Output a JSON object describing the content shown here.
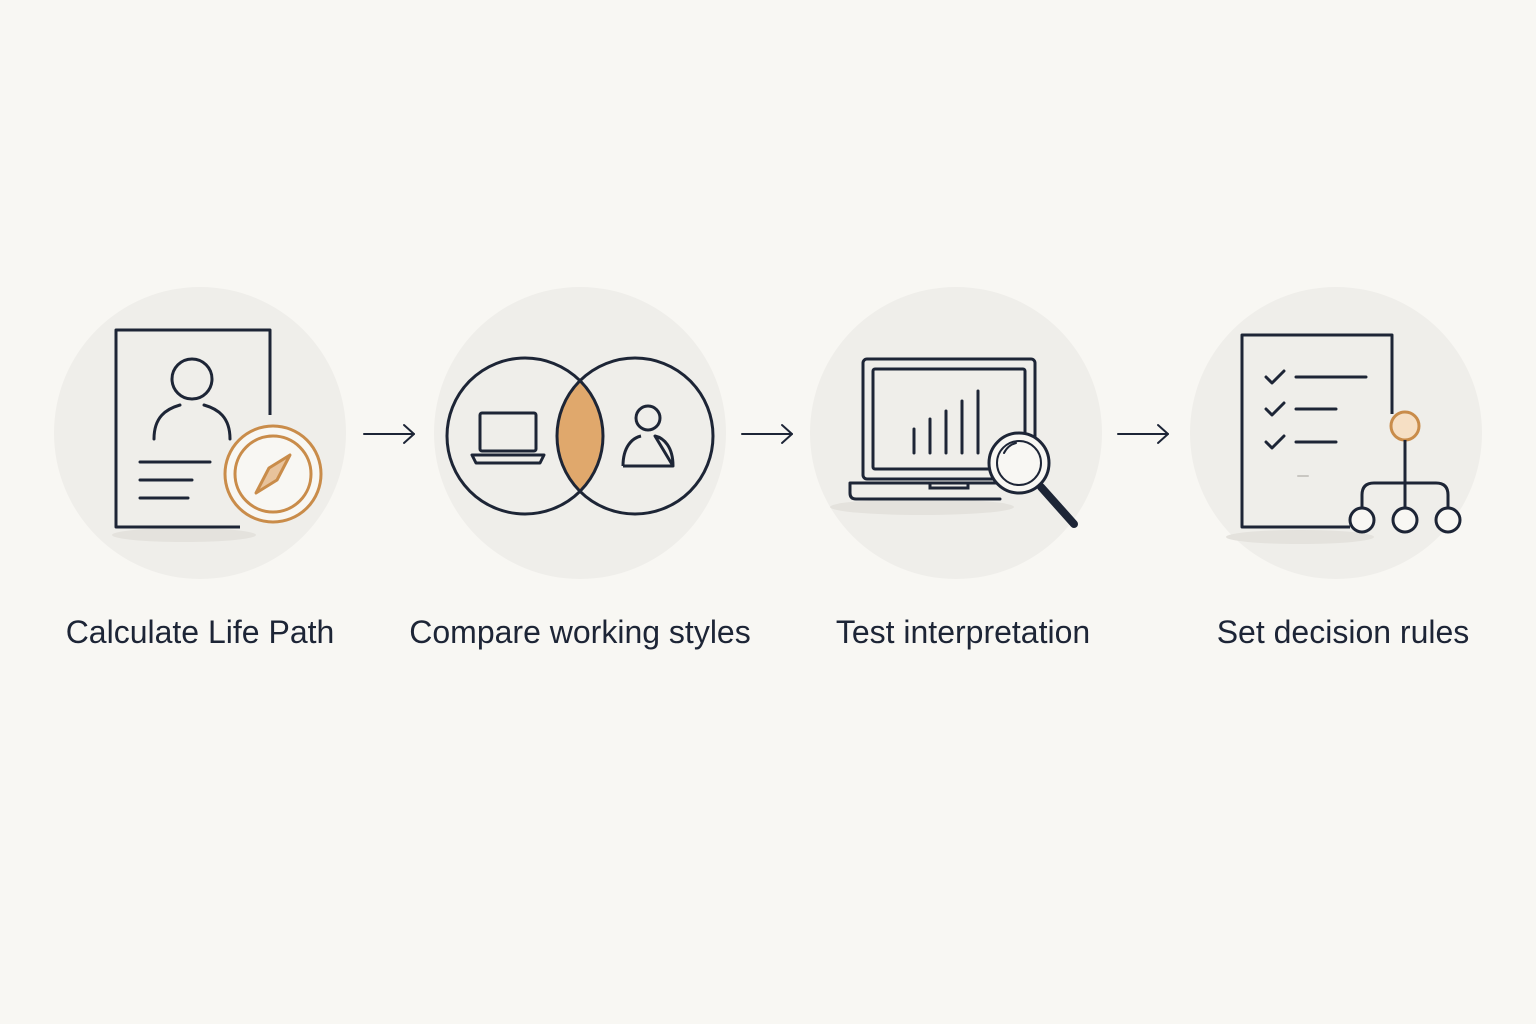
{
  "colors": {
    "background": "#f8f7f3",
    "circle": "#efeeea",
    "stroke": "#1d2536",
    "accent": "#c98c4a",
    "accent_fill": "#e0a86c"
  },
  "steps": [
    {
      "label": "Calculate Life Path",
      "icon": "profile-compass-icon"
    },
    {
      "label": "Compare working styles",
      "icon": "venn-laptop-person-icon"
    },
    {
      "label": "Test interpretation",
      "icon": "laptop-chart-magnifier-icon"
    },
    {
      "label": "Set decision rules",
      "icon": "checklist-hierarchy-icon"
    }
  ],
  "connectors": [
    "right-arrow-icon",
    "right-arrow-icon",
    "right-arrow-icon"
  ]
}
